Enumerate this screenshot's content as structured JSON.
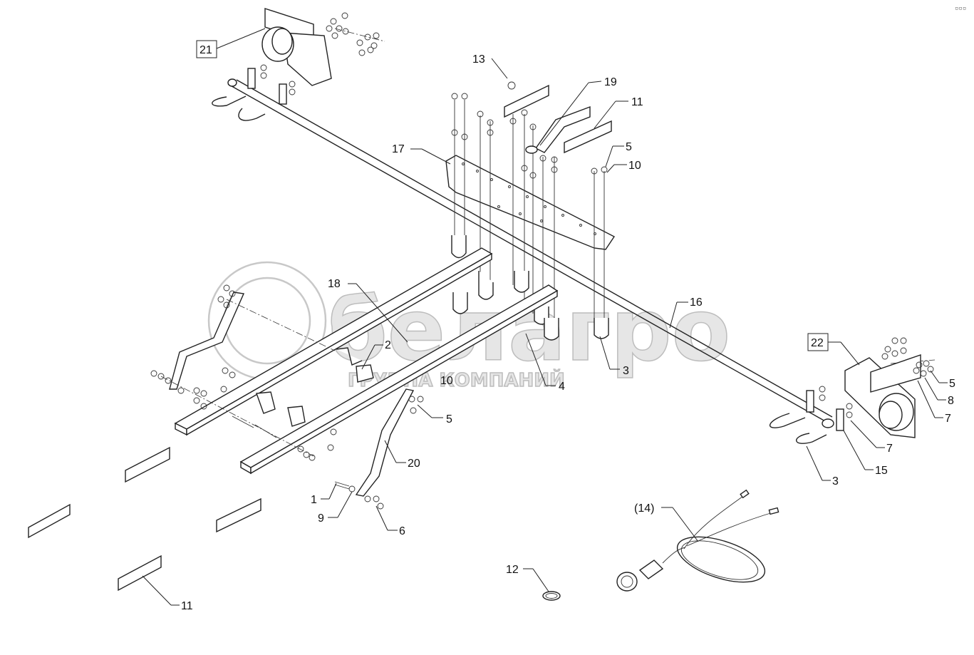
{
  "corner_mark": "▫▫▫",
  "watermark": {
    "brand": "белагро",
    "tagline": "ГРУППА КОМПАНИЙ"
  },
  "callouts": {
    "c21": "21",
    "c22": "22",
    "c13": "13",
    "c19": "19",
    "c11_top": "11",
    "c17": "17",
    "c5_top": "5",
    "c10_top": "10",
    "c18": "18",
    "c16": "16",
    "c2": "2",
    "c10_mid": "10",
    "c4": "4",
    "c3_mid": "3",
    "c5_mid": "5",
    "c20": "20",
    "c1": "1",
    "c9": "9",
    "c6": "6",
    "c12": "12",
    "c11_bot": "11",
    "c14": "(14)",
    "c5_right": "5",
    "c8": "8",
    "c7_right": "7",
    "c7_low": "7",
    "c15": "15",
    "c3_right": "3"
  }
}
